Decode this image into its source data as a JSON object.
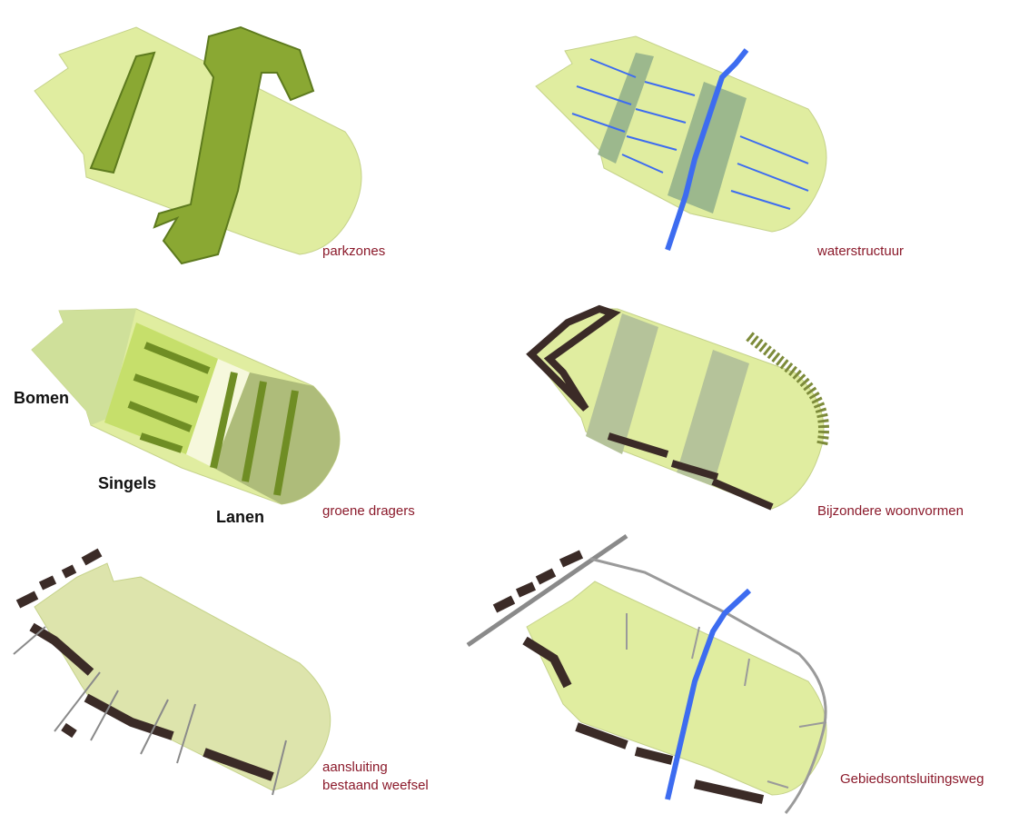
{
  "panels": {
    "parkzones": {
      "caption": "parkzones"
    },
    "waterstructuur": {
      "caption": "waterstructuur"
    },
    "groene_dragers": {
      "caption": "groene dragers",
      "labels": {
        "bomen": "Bomen",
        "singels": "Singels",
        "lanen": "Lanen"
      }
    },
    "woonvormen": {
      "caption": "Bijzondere woonvormen"
    },
    "aansluiting": {
      "caption_line1": "aansluiting",
      "caption_line2": "bestaand weefsel"
    },
    "ontsluiting": {
      "caption": "Gebiedsontsluitingsweg"
    }
  },
  "colors": {
    "site_fill": "#e0eda0",
    "site_fill_muted": "#dde4ac",
    "hedge_green": "#8aa833",
    "hedge_dark": "#5d7a1e",
    "water_blue": "#3d6cf0",
    "water_band": "#8fae8a",
    "building": "#3b2b27",
    "caption_red": "#8b1a2b",
    "arrow_grey": "#8a8a8a"
  }
}
